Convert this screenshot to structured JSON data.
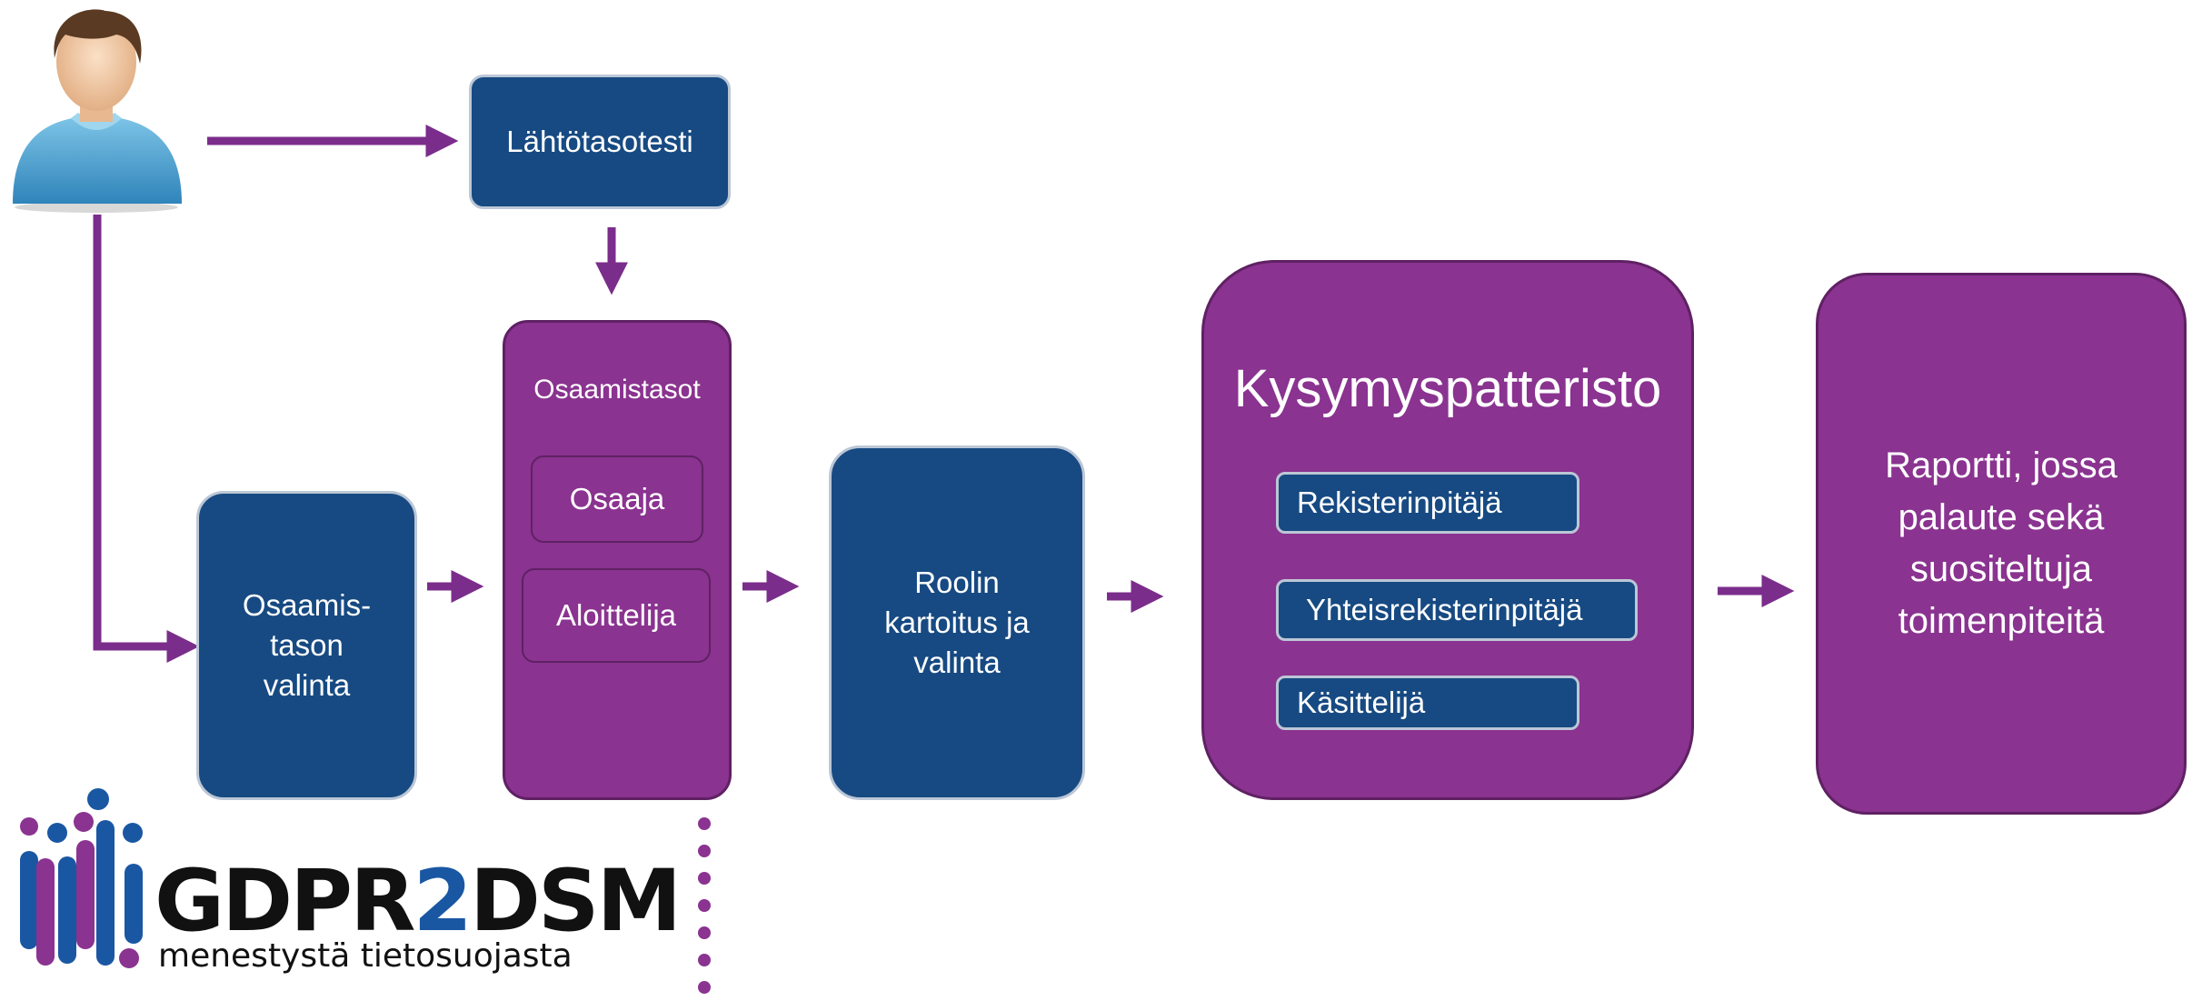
{
  "nodes": {
    "lahtotasotesti": "Lähtötasotesti",
    "osaamistason_valinta": "Osaamis-\ntason\nvalinta",
    "osaamistasot": {
      "title": "Osaamistasot",
      "items": [
        "Osaaja",
        "Aloittelija"
      ]
    },
    "roolin_kartoitus": "Roolin\nkartoitus ja\nvalinta",
    "kysymyspatteristo": {
      "title": "Kysymyspatteristo",
      "items": [
        "Rekisterinpitäjä",
        "Yhteisrekisterinpitäjä",
        "Käsittelijä"
      ]
    },
    "raportti": "Raportti, jossa\npalaute sekä\nsuositeltuja\ntoimenpiteitä"
  },
  "logo": {
    "name_part1": "GDPR",
    "name_part2": "2",
    "name_part3": "DSM",
    "tagline": "menestystä tietosuojasta"
  },
  "colors": {
    "blue": "#174a82",
    "purple": "#8a3390",
    "arrow": "#7b2d8b"
  }
}
